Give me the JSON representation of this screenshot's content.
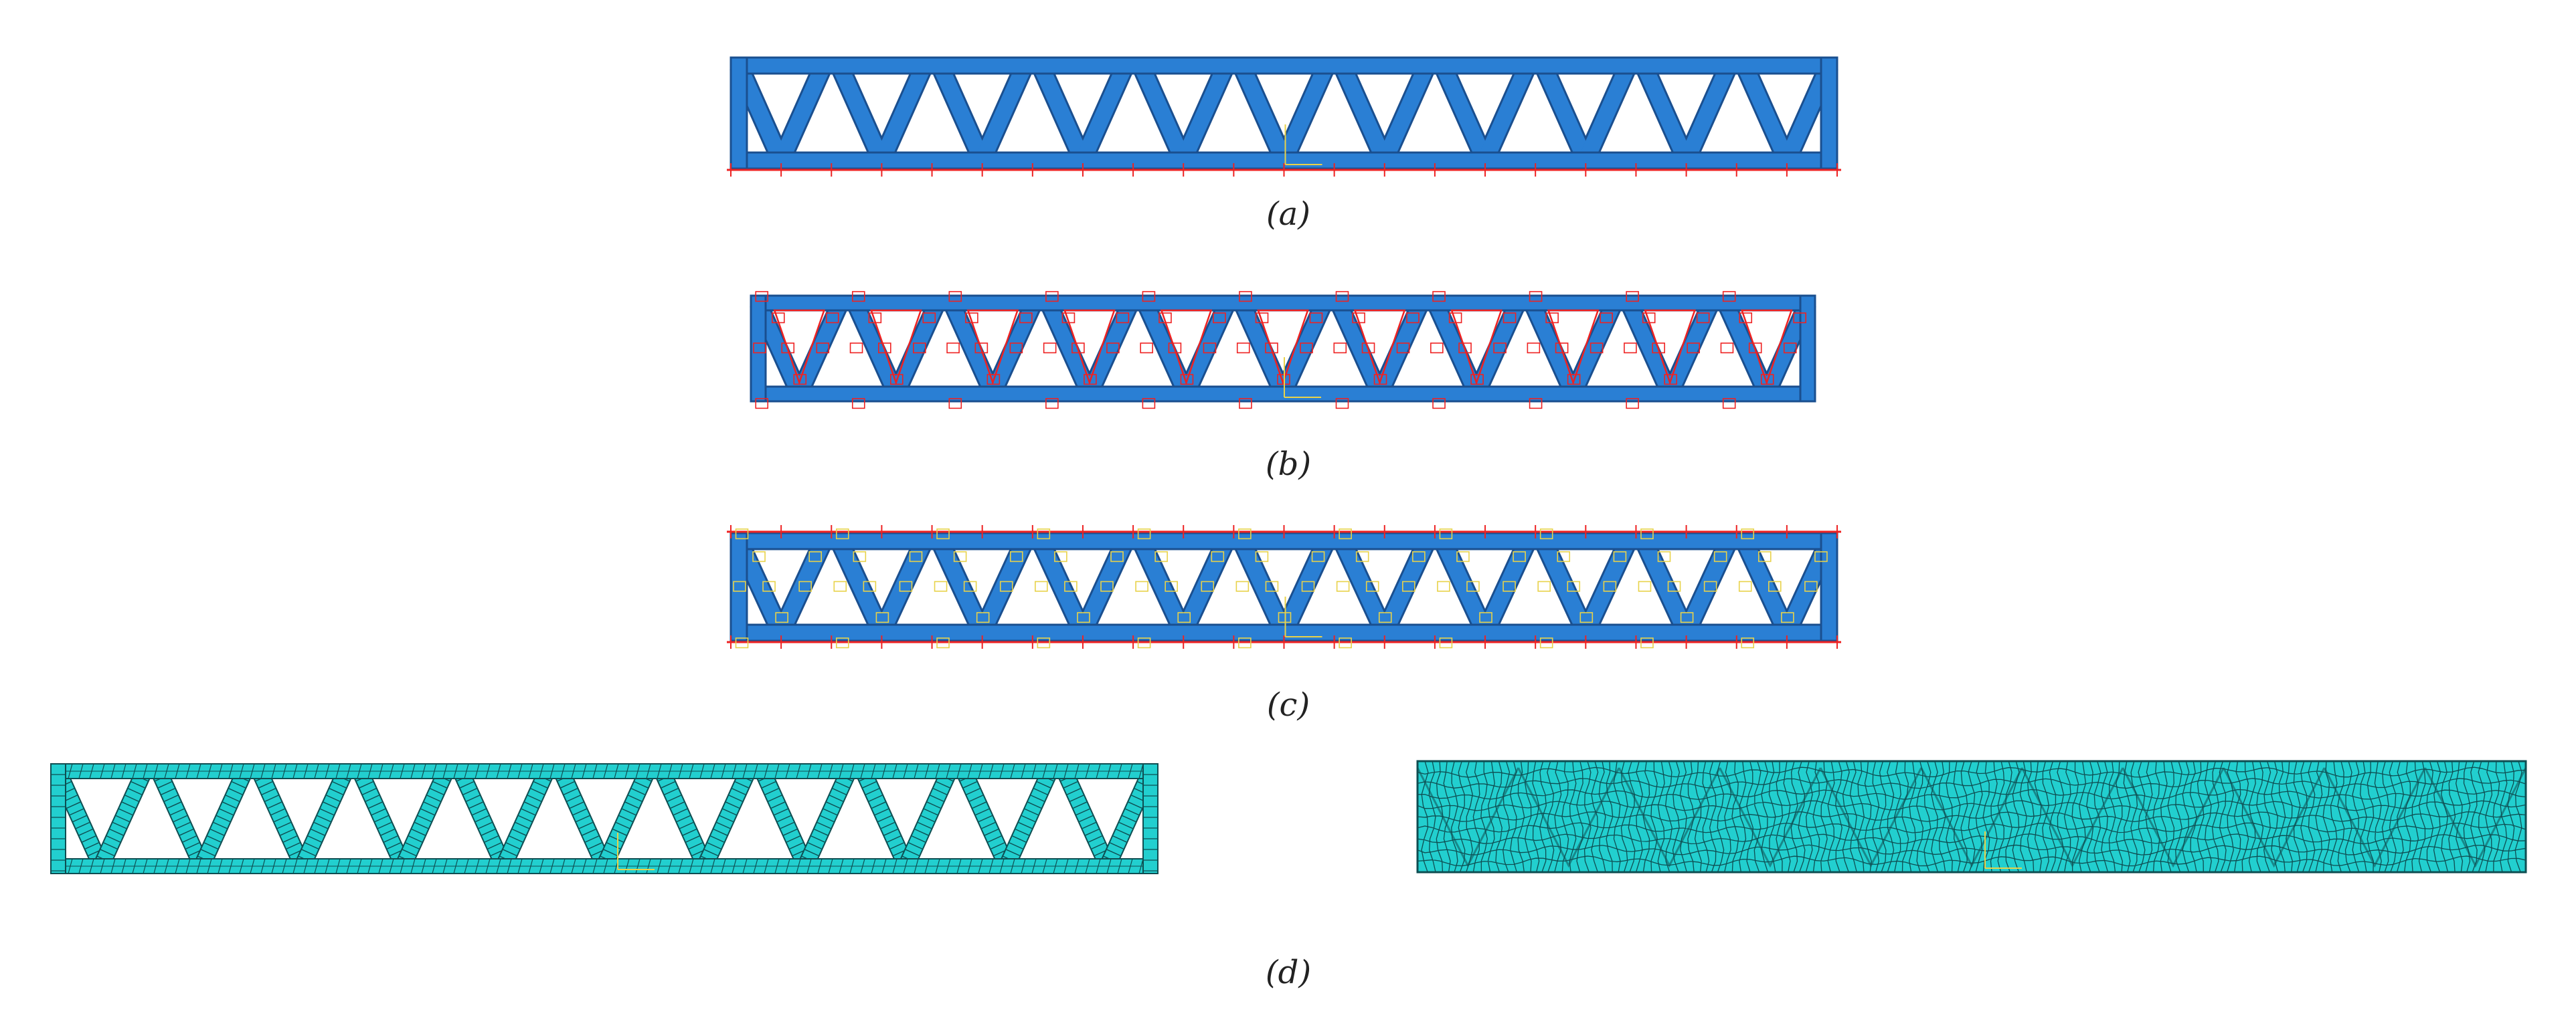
{
  "figure": {
    "captions": [
      "(a)",
      "(b)",
      "(c)",
      "(d)"
    ],
    "truss": {
      "panels": 11
    },
    "colors": {
      "part_fill": "#2a7fd4",
      "part_edge": "#1a4f8f",
      "constraint": "#ee2222",
      "marker": "#e8d24a",
      "mesh_fill": "#22cfcf",
      "mesh_line": "#0e4e52"
    },
    "panels": [
      {
        "id": "a",
        "style": "part",
        "icons": false
      },
      {
        "id": "b",
        "style": "part",
        "icons": true
      },
      {
        "id": "c",
        "style": "part",
        "icons": true
      },
      {
        "id": "d-left",
        "style": "mesh"
      },
      {
        "id": "d-right",
        "style": "mesh-dense"
      }
    ]
  }
}
